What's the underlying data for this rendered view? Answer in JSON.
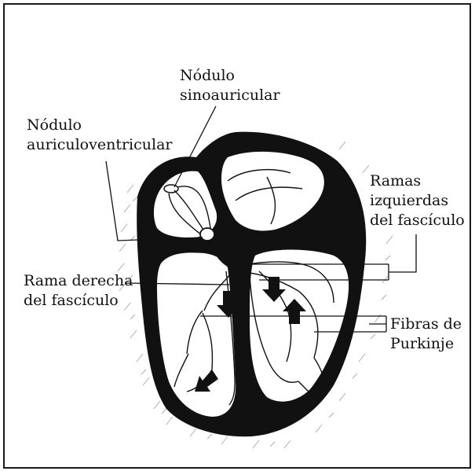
{
  "labels": {
    "nodulo_sinoauricular": [
      "Nódulo",
      "sinoauricular"
    ],
    "nodulo_auriculoventricular": [
      "Nódulo",
      "auriculoventricular"
    ],
    "ramas_izquierdas": [
      "Ramas",
      "izquierdas",
      "del fascículo"
    ],
    "rama_derecha": [
      "Rama derecha",
      "del fascículo"
    ],
    "fibras_purkinje": [
      "Fibras de",
      "Purkinje"
    ]
  },
  "colors": {
    "ink": "#111111",
    "shading": "#8a8a8a",
    "frame": "#1a1a1a"
  },
  "icons": [
    "heart-illustration",
    "arrow-icon"
  ]
}
